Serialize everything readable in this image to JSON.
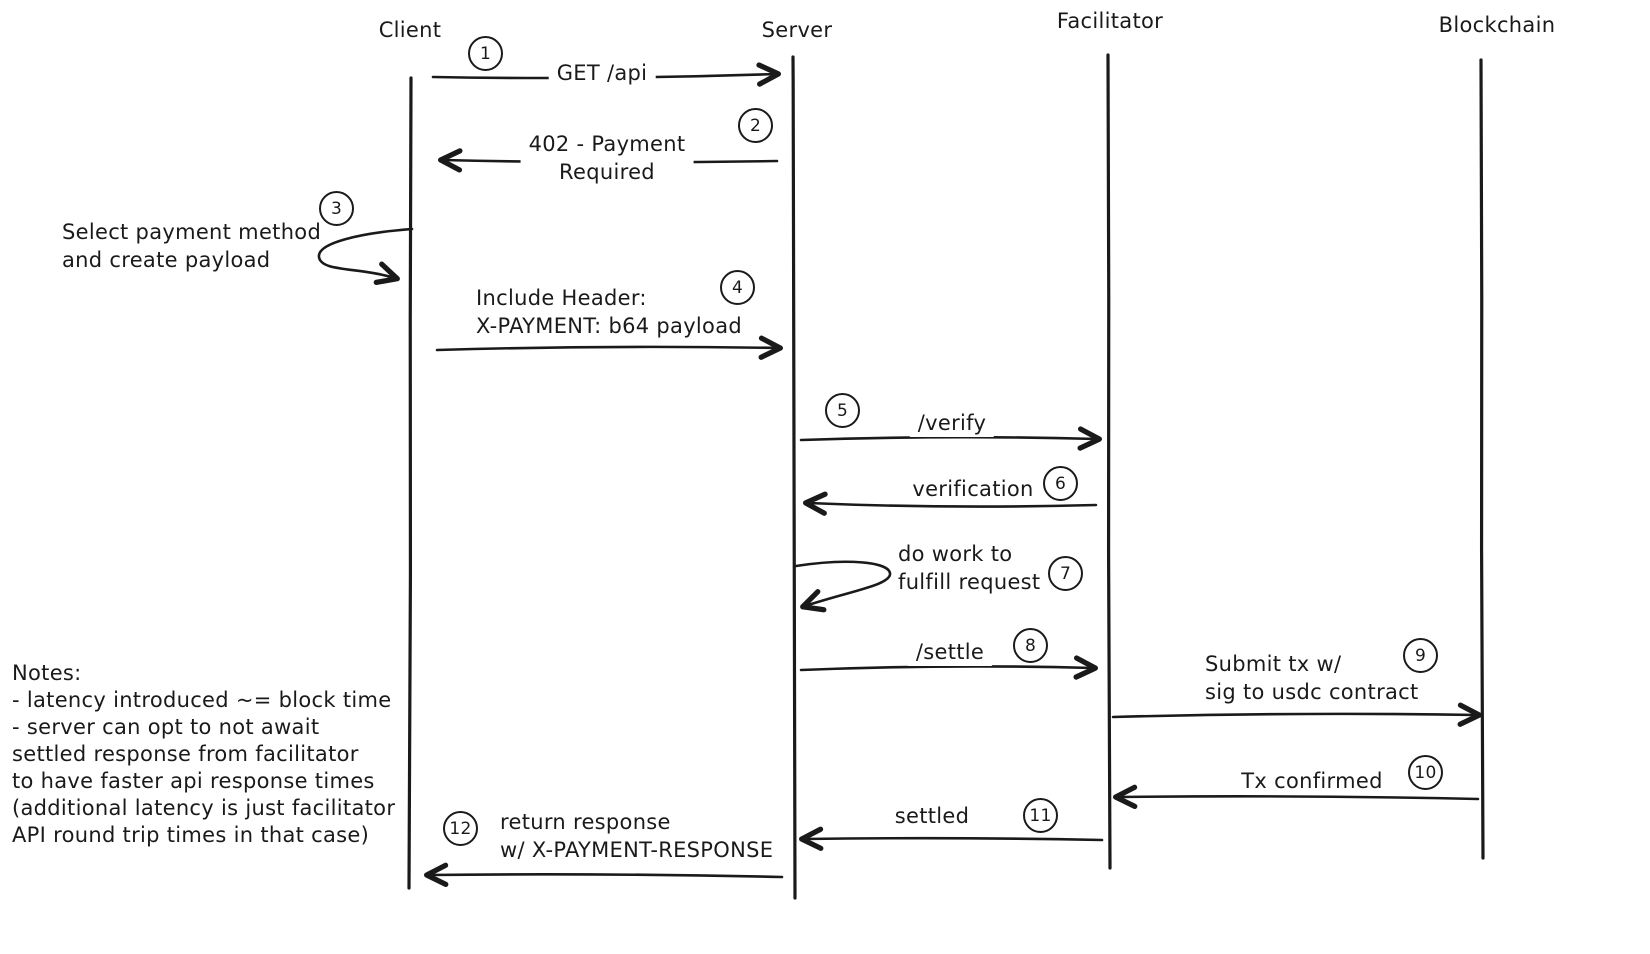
{
  "diagram": {
    "type": "sequence-diagram",
    "colors": {
      "ink": "#1a1a1a",
      "background": "#ffffff"
    },
    "lifelines": [
      {
        "name": "Client"
      },
      {
        "name": "Server"
      },
      {
        "name": "Facilitator"
      },
      {
        "name": "Blockchain"
      }
    ],
    "steps": [
      {
        "num": "1",
        "from": "Client",
        "to": "Server",
        "lines": [
          "GET /api",
          ""
        ]
      },
      {
        "num": "2",
        "from": "Server",
        "to": "Client",
        "lines": [
          "402 - Payment",
          "Required"
        ]
      },
      {
        "num": "3",
        "from": "Client",
        "to": "Client",
        "lines": [
          "Select payment method",
          "and create payload"
        ]
      },
      {
        "num": "4",
        "from": "Client",
        "to": "Server",
        "lines": [
          "Include Header:",
          "X-PAYMENT: b64 payload"
        ]
      },
      {
        "num": "5",
        "from": "Server",
        "to": "Facilitator",
        "lines": [
          "/verify",
          ""
        ]
      },
      {
        "num": "6",
        "from": "Facilitator",
        "to": "Server",
        "lines": [
          "verification",
          ""
        ]
      },
      {
        "num": "7",
        "from": "Server",
        "to": "Server",
        "lines": [
          "do work to",
          "fulfill request"
        ]
      },
      {
        "num": "8",
        "from": "Server",
        "to": "Facilitator",
        "lines": [
          "/settle",
          ""
        ]
      },
      {
        "num": "9",
        "from": "Facilitator",
        "to": "Blockchain",
        "lines": [
          "Submit tx w/",
          "sig to usdc contract"
        ]
      },
      {
        "num": "10",
        "from": "Blockchain",
        "to": "Facilitator",
        "lines": [
          "Tx confirmed",
          ""
        ]
      },
      {
        "num": "11",
        "from": "Facilitator",
        "to": "Server",
        "lines": [
          "settled",
          ""
        ]
      },
      {
        "num": "12",
        "from": "Server",
        "to": "Client",
        "lines": [
          "return response",
          "w/ X-PAYMENT-RESPONSE"
        ]
      }
    ],
    "notes": {
      "lines": [
        "Notes:",
        "- latency introduced ~= block time",
        "- server can opt to not await",
        "settled response from facilitator",
        "to have faster api response times",
        "(additional latency is just facilitator",
        "API round trip times in that case)"
      ]
    }
  }
}
